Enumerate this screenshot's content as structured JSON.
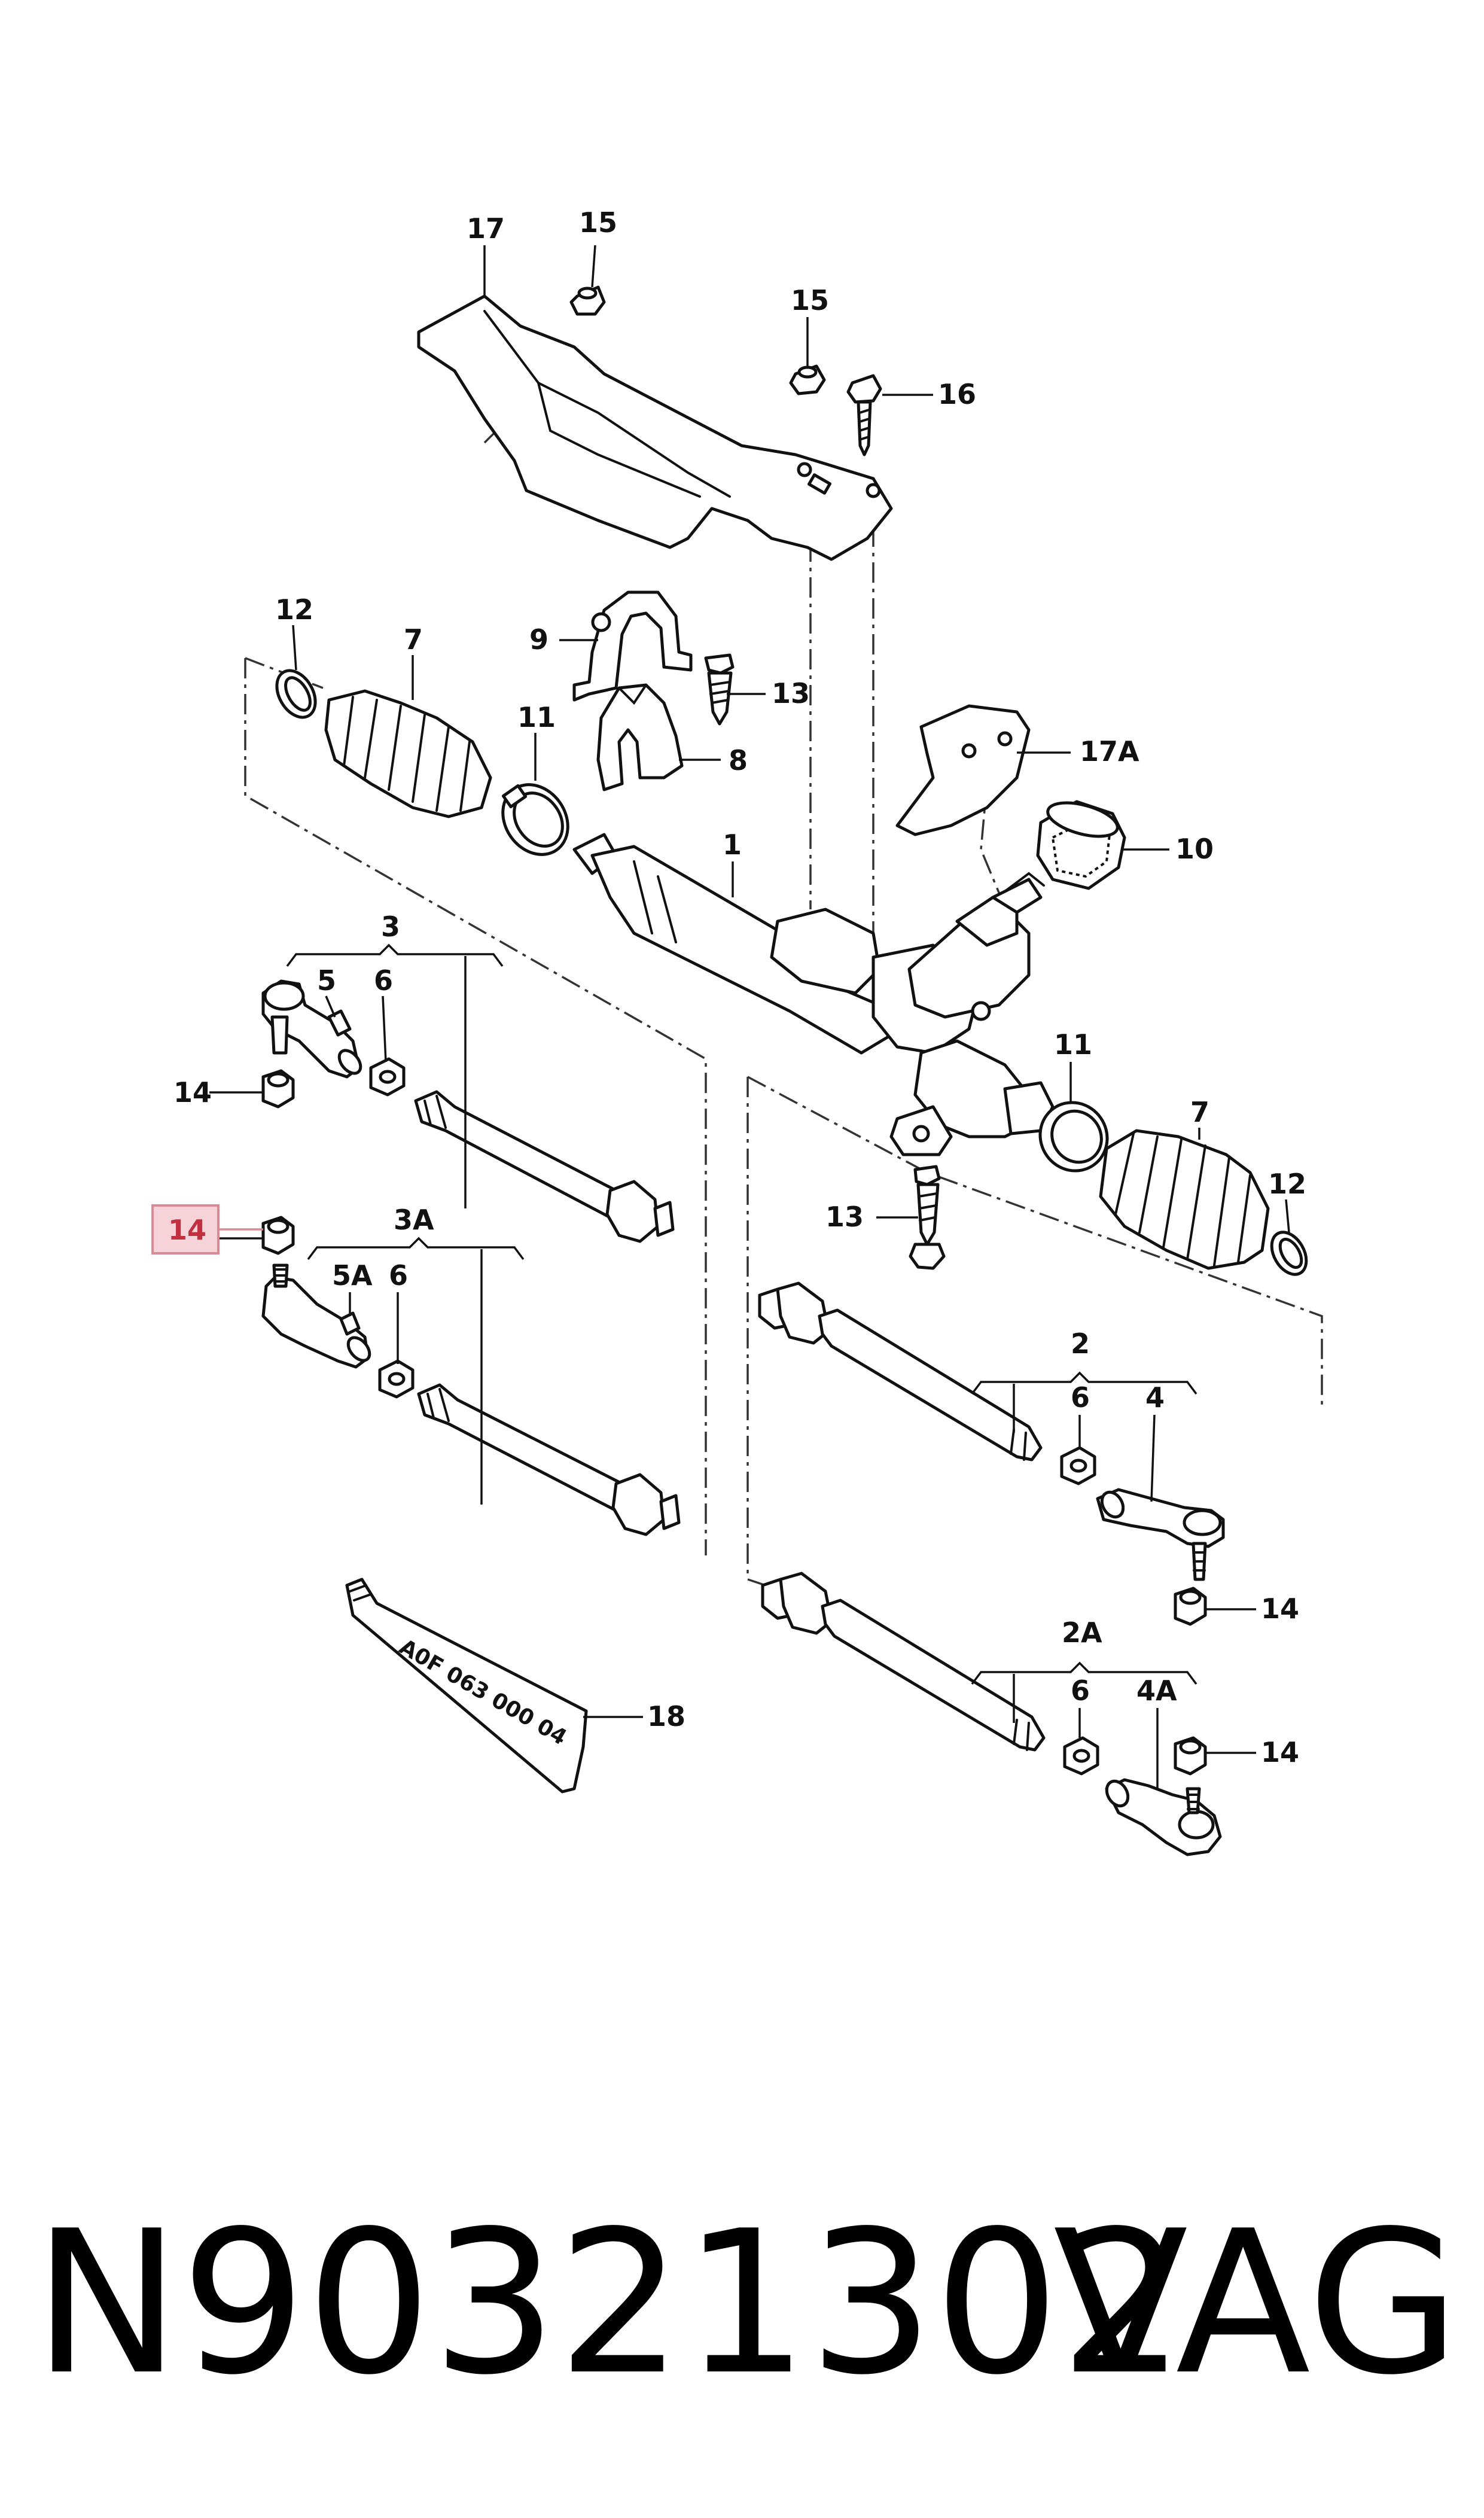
{
  "diagram": {
    "callouts": {
      "c17": "17",
      "c15a": "15",
      "c15b": "15",
      "c16": "16",
      "c12a": "12",
      "c7a": "7",
      "c9": "9",
      "c13a": "13",
      "c11a": "11",
      "c8": "8",
      "c17A": "17A",
      "c10": "10",
      "c1": "1",
      "c3": "3",
      "c5": "5",
      "c6a": "6",
      "c14a": "14",
      "c11b": "11",
      "c7b": "7",
      "c12b": "12",
      "c13b": "13",
      "c14b": "14",
      "c3A": "3A",
      "c5A": "5A",
      "c6b": "6",
      "c2": "2",
      "c6c": "6",
      "c4": "4",
      "c14c": "14",
      "c2A": "2A",
      "c6d": "6",
      "c4A": "4A",
      "c14d": "14",
      "c18": "18"
    },
    "tube_marking": "A0F 063 000 04",
    "highlight_color": "#f5d3d8"
  },
  "footer": {
    "part_number": "N90321302",
    "brand": "VAG"
  }
}
